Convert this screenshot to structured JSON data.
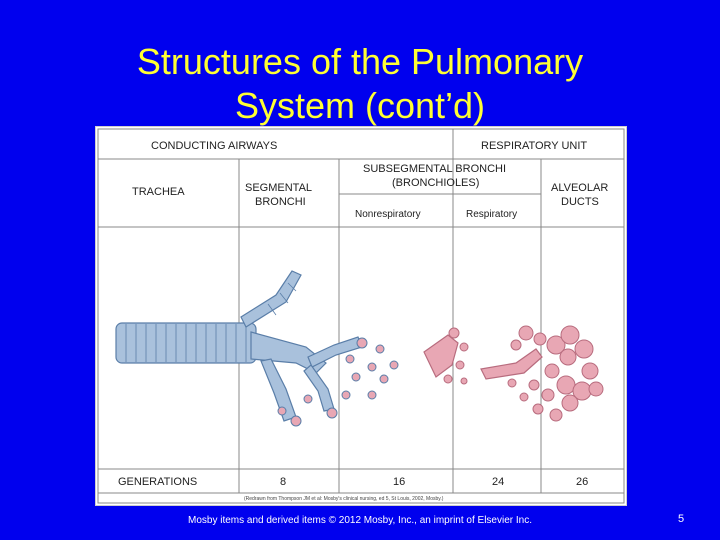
{
  "slide": {
    "title_line1": "Structures of the Pulmonary",
    "title_line2": "System (cont’d)",
    "footer": "Mosby items and derived items © 2012 Mosby, Inc., an imprint of Elsevier Inc.",
    "page_number": "5"
  },
  "figure": {
    "header_left": "CONDUCTING AIRWAYS",
    "header_right": "RESPIRATORY UNIT",
    "col_trachea": "TRACHEA",
    "col_segmental_1": "SEGMENTAL",
    "col_segmental_2": "BRONCHI",
    "col_subsegmental_1": "SUBSEGMENTAL BRONCHI",
    "col_subsegmental_2": "(BRONCHIOLES)",
    "sub_nonrespiratory": "Nonrespiratory",
    "sub_respiratory": "Respiratory",
    "col_alveolar_1": "ALVEOLAR",
    "col_alveolar_2": "DUCTS",
    "generations_label": "GENERATIONS",
    "generations": [
      "8",
      "16",
      "24",
      "26"
    ],
    "credit": "(Redrawn from Thompson JM et al: Mosby's clinical nursing, ed 5, St Louis, 2002, Mosby.)",
    "colors": {
      "airway_blue": "#a9c1dc",
      "airway_outline": "#5a7ea8",
      "alveolar_pink": "#e8a7b4",
      "alveolar_outline": "#b86c7e"
    }
  }
}
